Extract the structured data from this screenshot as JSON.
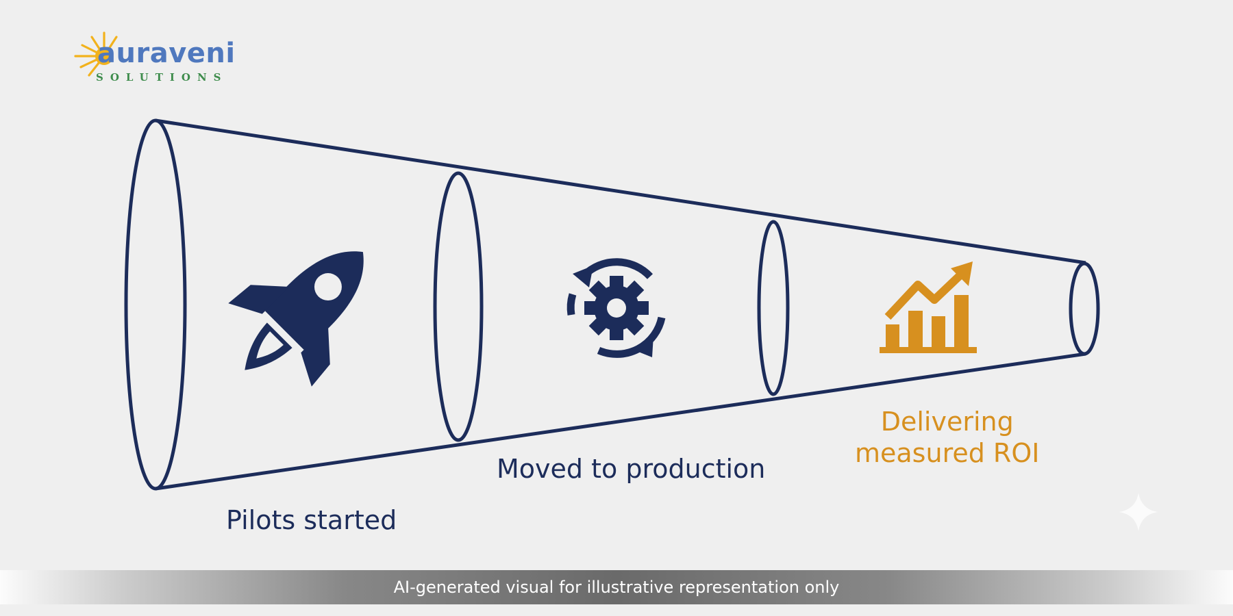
{
  "logo": {
    "name": "auraveni",
    "tagline": "SOLUTIONS",
    "colors": {
      "word": "#4f78be",
      "tagline": "#3e8c4c",
      "sun": "#f2b21c"
    }
  },
  "stages": [
    {
      "label": "Pilots started",
      "icon": "rocket-icon",
      "color": "#1c2c5a"
    },
    {
      "label": "Moved to production",
      "icon": "gear-cycle-icon",
      "color": "#1c2c5a"
    },
    {
      "label": "Delivering\nmeasured ROI",
      "icon": "growth-chart-icon",
      "color": "#d7901f"
    }
  ],
  "colors": {
    "outline": "#1c2c5a",
    "accent": "#d7901f",
    "background": "#efefef"
  },
  "banner": {
    "text": "AI-generated visual for illustrative representation only"
  }
}
